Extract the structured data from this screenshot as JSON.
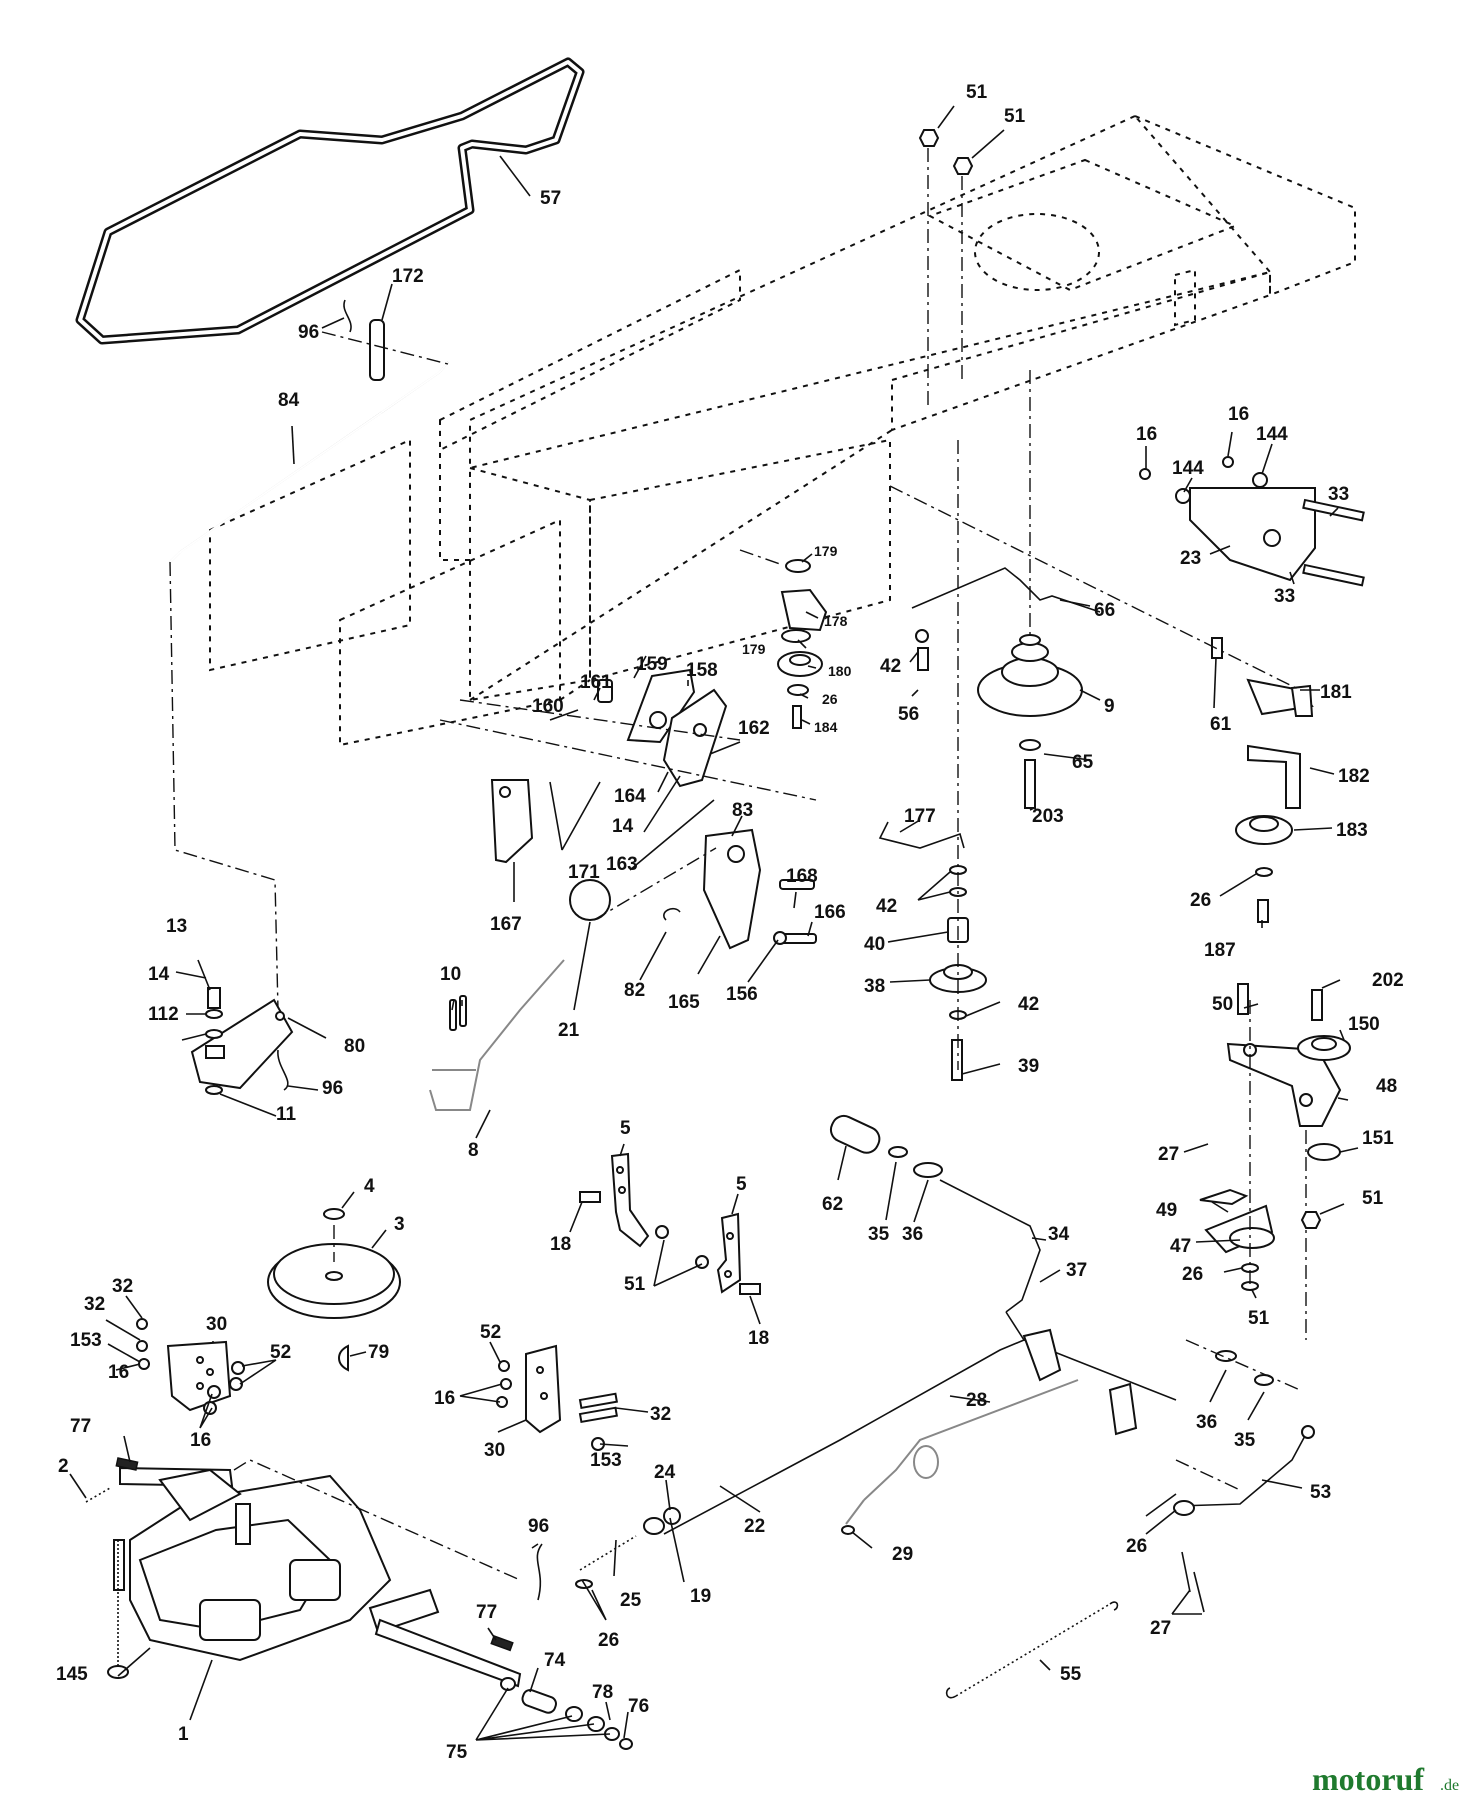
{
  "watermark": {
    "brand": "motoruf",
    "suffix": ".de"
  },
  "labels": [
    {
      "id": "l51a",
      "text": "51"
    },
    {
      "id": "l51b",
      "text": "51"
    },
    {
      "id": "l57",
      "text": "57"
    },
    {
      "id": "l172",
      "text": "172"
    },
    {
      "id": "l96a",
      "text": "96"
    },
    {
      "id": "l84",
      "text": "84"
    },
    {
      "id": "l16a",
      "text": "16"
    },
    {
      "id": "l16b",
      "text": "16"
    },
    {
      "id": "l144a",
      "text": "144"
    },
    {
      "id": "l144b",
      "text": "144"
    },
    {
      "id": "l33a",
      "text": "33"
    },
    {
      "id": "l23",
      "text": "23"
    },
    {
      "id": "l33b",
      "text": "33"
    },
    {
      "id": "l179a",
      "text": "179"
    },
    {
      "id": "l178",
      "text": "178"
    },
    {
      "id": "l179b",
      "text": "179"
    },
    {
      "id": "l180",
      "text": "180"
    },
    {
      "id": "l26a",
      "text": "26"
    },
    {
      "id": "l184",
      "text": "184"
    },
    {
      "id": "l66",
      "text": "66"
    },
    {
      "id": "l42a",
      "text": "42"
    },
    {
      "id": "l56",
      "text": "56"
    },
    {
      "id": "l9",
      "text": "9"
    },
    {
      "id": "l61",
      "text": "61"
    },
    {
      "id": "l181",
      "text": "181"
    },
    {
      "id": "l65",
      "text": "65"
    },
    {
      "id": "l203",
      "text": "203"
    },
    {
      "id": "l182",
      "text": "182"
    },
    {
      "id": "l183",
      "text": "183"
    },
    {
      "id": "l26b",
      "text": "26"
    },
    {
      "id": "l187",
      "text": "187"
    },
    {
      "id": "l159",
      "text": "159"
    },
    {
      "id": "l158",
      "text": "158"
    },
    {
      "id": "l161",
      "text": "161"
    },
    {
      "id": "l160",
      "text": "160"
    },
    {
      "id": "l162",
      "text": "162"
    },
    {
      "id": "l164",
      "text": "164"
    },
    {
      "id": "l14a",
      "text": "14"
    },
    {
      "id": "l163",
      "text": "163"
    },
    {
      "id": "l83",
      "text": "83"
    },
    {
      "id": "l171",
      "text": "171"
    },
    {
      "id": "l167",
      "text": "167"
    },
    {
      "id": "l177",
      "text": "177"
    },
    {
      "id": "l42b",
      "text": "42"
    },
    {
      "id": "l40",
      "text": "40"
    },
    {
      "id": "l38",
      "text": "38"
    },
    {
      "id": "l42c",
      "text": "42"
    },
    {
      "id": "l39",
      "text": "39"
    },
    {
      "id": "l168",
      "text": "168"
    },
    {
      "id": "l166",
      "text": "166"
    },
    {
      "id": "l82",
      "text": "82"
    },
    {
      "id": "l165",
      "text": "165"
    },
    {
      "id": "l156",
      "text": "156"
    },
    {
      "id": "l13",
      "text": "13"
    },
    {
      "id": "l14b",
      "text": "14"
    },
    {
      "id": "l112",
      "text": "112"
    },
    {
      "id": "l80",
      "text": "80"
    },
    {
      "id": "l96b",
      "text": "96"
    },
    {
      "id": "l11",
      "text": "11"
    },
    {
      "id": "l10",
      "text": "10"
    },
    {
      "id": "l21",
      "text": "21"
    },
    {
      "id": "l8",
      "text": "8"
    },
    {
      "id": "l50",
      "text": "50"
    },
    {
      "id": "l202",
      "text": "202"
    },
    {
      "id": "l150",
      "text": "150"
    },
    {
      "id": "l48",
      "text": "48"
    },
    {
      "id": "l27a",
      "text": "27"
    },
    {
      "id": "l151",
      "text": "151"
    },
    {
      "id": "l49",
      "text": "49"
    },
    {
      "id": "l51c",
      "text": "51"
    },
    {
      "id": "l47",
      "text": "47"
    },
    {
      "id": "l26c",
      "text": "26"
    },
    {
      "id": "l51d",
      "text": "51"
    },
    {
      "id": "l4",
      "text": "4"
    },
    {
      "id": "l3",
      "text": "3"
    },
    {
      "id": "l5a",
      "text": "5"
    },
    {
      "id": "l5b",
      "text": "5"
    },
    {
      "id": "l18a",
      "text": "18"
    },
    {
      "id": "l51e",
      "text": "51"
    },
    {
      "id": "l18b",
      "text": "18"
    },
    {
      "id": "l62",
      "text": "62"
    },
    {
      "id": "l35a",
      "text": "35"
    },
    {
      "id": "l36a",
      "text": "36"
    },
    {
      "id": "l34",
      "text": "34"
    },
    {
      "id": "l37",
      "text": "37"
    },
    {
      "id": "l32a",
      "text": "32"
    },
    {
      "id": "l32b",
      "text": "32"
    },
    {
      "id": "l30a",
      "text": "30"
    },
    {
      "id": "l153a",
      "text": "153"
    },
    {
      "id": "l16c",
      "text": "16"
    },
    {
      "id": "l52a",
      "text": "52"
    },
    {
      "id": "l16d",
      "text": "16"
    },
    {
      "id": "l79",
      "text": "79"
    },
    {
      "id": "l52b",
      "text": "52"
    },
    {
      "id": "l16e",
      "text": "16"
    },
    {
      "id": "l32c",
      "text": "32"
    },
    {
      "id": "l30b",
      "text": "30"
    },
    {
      "id": "l153b",
      "text": "153"
    },
    {
      "id": "l28",
      "text": "28"
    },
    {
      "id": "l36b",
      "text": "36"
    },
    {
      "id": "l35b",
      "text": "35"
    },
    {
      "id": "l77a",
      "text": "77"
    },
    {
      "id": "l2",
      "text": "2"
    },
    {
      "id": "l24",
      "text": "24"
    },
    {
      "id": "l22",
      "text": "22"
    },
    {
      "id": "l53",
      "text": "53"
    },
    {
      "id": "l29",
      "text": "29"
    },
    {
      "id": "l26d",
      "text": "26"
    },
    {
      "id": "l96c",
      "text": "96"
    },
    {
      "id": "l25",
      "text": "25"
    },
    {
      "id": "l19",
      "text": "19"
    },
    {
      "id": "l27b",
      "text": "27"
    },
    {
      "id": "l26e",
      "text": "26"
    },
    {
      "id": "l77b",
      "text": "77"
    },
    {
      "id": "l145",
      "text": "145"
    },
    {
      "id": "l74",
      "text": "74"
    },
    {
      "id": "l1",
      "text": "1"
    },
    {
      "id": "l78",
      "text": "78"
    },
    {
      "id": "l76",
      "text": "76"
    },
    {
      "id": "l75",
      "text": "75"
    },
    {
      "id": "l55",
      "text": "55"
    }
  ]
}
